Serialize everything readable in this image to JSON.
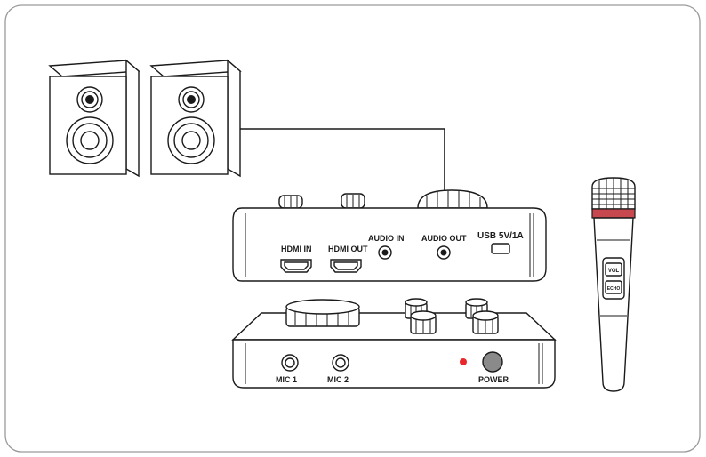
{
  "rear_panel": {
    "hdmi_in_label": "HDMI IN",
    "hdmi_out_label": "HDMI OUT",
    "audio_in_label": "AUDIO IN",
    "audio_out_label": "AUDIO OUT",
    "usb_label": "USB 5V/1A"
  },
  "front_panel": {
    "mic1_label": "MIC 1",
    "mic2_label": "MIC 2",
    "power_label": "POWER",
    "indicator_color": "#e8262b"
  },
  "microphone": {
    "badge_top": "VOL",
    "badge_bottom": "ECHO"
  },
  "colors": {
    "line": "#1a1a1a",
    "frame": "#9a9a9a",
    "power_button": "#8a8a8a",
    "mic_band": "#c7494f"
  }
}
